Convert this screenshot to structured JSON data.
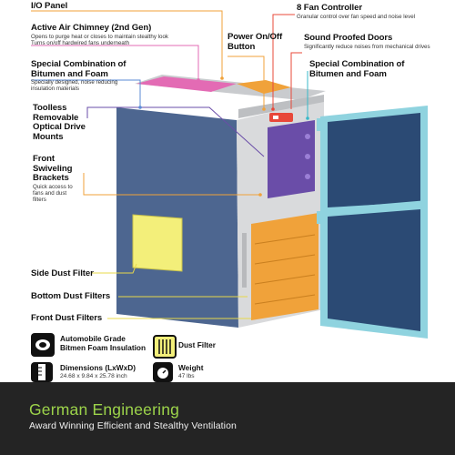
{
  "labels": {
    "io_panel": "I/O Panel",
    "air_chimney": {
      "title": "Active Air Chimney (2nd Gen)",
      "lines": [
        "Opens to purge heat or closes to maintain stealthy look",
        "Turns on/off hardwired fans underneath"
      ]
    },
    "power_button": {
      "line1": "Power On/Off",
      "line2": "Button"
    },
    "fan_controller": {
      "title": "8 Fan Controller",
      "desc": "Granular control over fan speed and noise level"
    },
    "sound_doors": {
      "title": "Sound Proofed Doors",
      "desc": "Significantly reduce noises from mechanical drives"
    },
    "foam_left": {
      "line1": "Special Combination of",
      "line2": "Bitumen and Foam",
      "desc1": "Specially designed, noise reducing",
      "desc2": "insulation materials"
    },
    "foam_right": {
      "line1": "Special Combination of",
      "line2": "Bitumen and Foam"
    },
    "toolless": {
      "line1": "Toolless",
      "line2": "Removable",
      "line3": "Optical Drive",
      "line4": "Mounts"
    },
    "swivel": {
      "line1": "Front",
      "line2": "Swiveling",
      "line3": "Brackets",
      "desc1": "Quick access to",
      "desc2": "fans and dust",
      "desc3": "filters"
    },
    "side_filter": "Side Dust Filter",
    "bottom_filter": "Bottom Dust Filters",
    "front_filter": "Front Dust Filters"
  },
  "legend": {
    "foam": {
      "line1": "Automobile Grade",
      "line2": "Bitmen Foam Insulation"
    },
    "dust": "Dust Filter",
    "dims": {
      "title": "Dimensions (LxWxD)",
      "value": "24.68 x 9.84 x 25.78 inch"
    },
    "weight": {
      "title": "Weight",
      "value": "47 lbs"
    }
  },
  "banner": {
    "title": "German Engineering",
    "subtitle": "Award Winning Efficient and Stealthy Ventilation"
  },
  "colors": {
    "case_side": "#4d6690",
    "case_front": "#d9dadc",
    "dust_filter": "#f3ef7a",
    "top_filter": "#e36bb4",
    "bay_purple": "#6a4da8",
    "lower_bay": "#f0a23a",
    "door_frame": "#8fd3df",
    "door_panel": "#2b4a74",
    "leader_orange": "#f0a23a",
    "leader_pink": "#e36bb4",
    "leader_blue": "#5b8bd6",
    "leader_red": "#e8483a",
    "leader_teal": "#38b8c8",
    "leader_yellow": "#e8d84a",
    "banner_bg": "#242424",
    "banner_title": "#9cd34a"
  }
}
